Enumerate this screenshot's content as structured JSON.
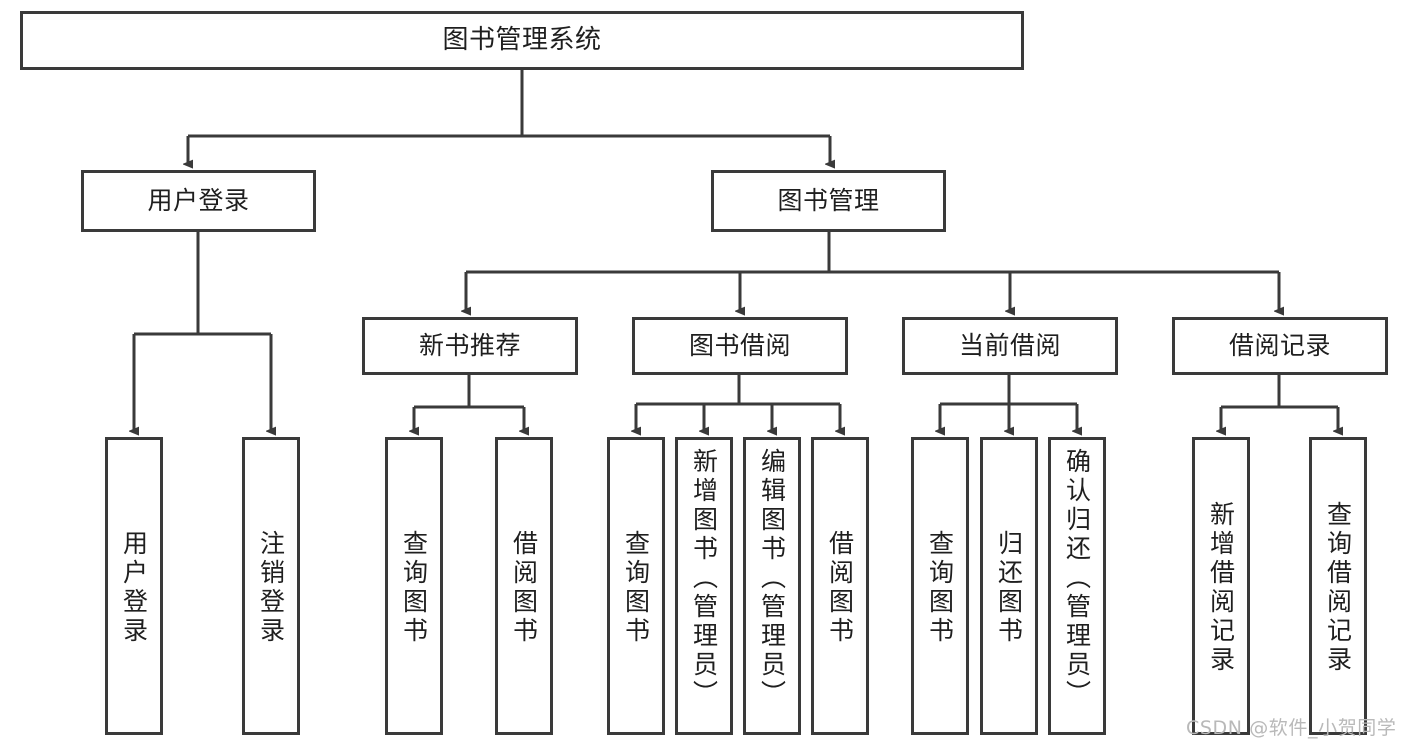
{
  "diagram": {
    "type": "tree",
    "title": "图书管理系统",
    "orientation": "top-down",
    "colors": {
      "box_border": "#3a3a3a",
      "box_fill": "#ffffff",
      "edge": "#3a3a3a",
      "text": "#1f1f1f",
      "watermark": "#b9b9b9"
    },
    "nodes": {
      "root": {
        "label": "图书管理系统",
        "level": 1
      },
      "user_login": {
        "label": "用户登录",
        "level": 2
      },
      "book_manage": {
        "label": "图书管理",
        "level": 2
      },
      "new_book_rec": {
        "label": "新书推荐",
        "level": 3
      },
      "book_borrow": {
        "label": "图书借阅",
        "level": 3
      },
      "current_borrow": {
        "label": "当前借阅",
        "level": 3
      },
      "borrow_record": {
        "label": "借阅记录",
        "level": 3
      },
      "leaf_user_login": {
        "label": "用户登录",
        "level": 4
      },
      "leaf_logout": {
        "label": "注销登录",
        "level": 4
      },
      "leaf_query_book_a": {
        "label": "查询图书",
        "level": 4
      },
      "leaf_borrow_book_a": {
        "label": "借阅图书",
        "level": 4
      },
      "leaf_query_book_b": {
        "label": "查询图书",
        "level": 4
      },
      "leaf_add_book": {
        "label": "新增图书（管理员）",
        "level": 4
      },
      "leaf_edit_book": {
        "label": "编辑图书（管理员）",
        "level": 4
      },
      "leaf_borrow_book_b": {
        "label": "借阅图书",
        "level": 4
      },
      "leaf_query_book_c": {
        "label": "查询图书",
        "level": 4
      },
      "leaf_return_book": {
        "label": "归还图书",
        "level": 4
      },
      "leaf_confirm_return": {
        "label": "确认归还（管理员）",
        "level": 4
      },
      "leaf_add_record": {
        "label": "新增借阅记录",
        "level": 4
      },
      "leaf_query_record": {
        "label": "查询借阅记录",
        "level": 4
      }
    },
    "edges": [
      {
        "from": "root",
        "to": "user_login"
      },
      {
        "from": "root",
        "to": "book_manage"
      },
      {
        "from": "user_login",
        "to": "leaf_user_login"
      },
      {
        "from": "user_login",
        "to": "leaf_logout"
      },
      {
        "from": "book_manage",
        "to": "new_book_rec"
      },
      {
        "from": "book_manage",
        "to": "book_borrow"
      },
      {
        "from": "book_manage",
        "to": "current_borrow"
      },
      {
        "from": "book_manage",
        "to": "borrow_record"
      },
      {
        "from": "new_book_rec",
        "to": "leaf_query_book_a"
      },
      {
        "from": "new_book_rec",
        "to": "leaf_borrow_book_a"
      },
      {
        "from": "book_borrow",
        "to": "leaf_query_book_b"
      },
      {
        "from": "book_borrow",
        "to": "leaf_add_book"
      },
      {
        "from": "book_borrow",
        "to": "leaf_edit_book"
      },
      {
        "from": "book_borrow",
        "to": "leaf_borrow_book_b"
      },
      {
        "from": "current_borrow",
        "to": "leaf_query_book_c"
      },
      {
        "from": "current_borrow",
        "to": "leaf_return_book"
      },
      {
        "from": "current_borrow",
        "to": "leaf_confirm_return"
      },
      {
        "from": "borrow_record",
        "to": "leaf_add_record"
      },
      {
        "from": "borrow_record",
        "to": "leaf_query_record"
      }
    ]
  },
  "watermark": {
    "text": "CSDN @软件_小贺同学"
  }
}
